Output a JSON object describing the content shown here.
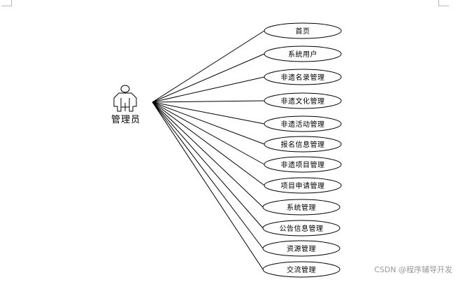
{
  "actor": {
    "label": "管理员"
  },
  "use_cases": [
    {
      "label": "首页"
    },
    {
      "label": "系统用户"
    },
    {
      "label": "非遗名录管理"
    },
    {
      "label": "非遗文化管理"
    },
    {
      "label": "非遗活动管理"
    },
    {
      "label": "报名信息管理"
    },
    {
      "label": "非遗项目管理"
    },
    {
      "label": "项目申请管理"
    },
    {
      "label": "系统管理"
    },
    {
      "label": "公告信息管理"
    },
    {
      "label": "资源管理"
    },
    {
      "label": "交流管理"
    }
  ],
  "watermark": "CSDN @程序辅导开发",
  "colors": {
    "line": "#000000",
    "background": "#ffffff",
    "watermark": "#9a9a9a"
  }
}
